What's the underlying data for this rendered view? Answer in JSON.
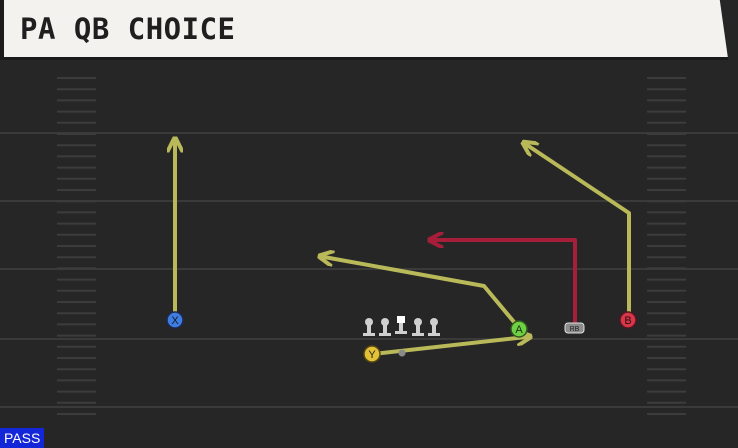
{
  "play": {
    "title": "PA QB CHOICE"
  },
  "mode_badge": "PASS",
  "players": {
    "X": {
      "label": "X",
      "color": "#3f7de0"
    },
    "Y": {
      "label": "Y",
      "color": "#e2c23a"
    },
    "A": {
      "label": "A",
      "color": "#6fd046"
    },
    "B": {
      "label": "B",
      "color": "#d8374a"
    },
    "RB": {
      "label": "RB",
      "color": "#8c8c8c"
    }
  },
  "colors": {
    "route_primary": "#b9b95a",
    "route_highlight": "#a71e3a",
    "field_background": "#262626",
    "yard_line": "#3a3a3a",
    "hash_mark": "#3c3c3c",
    "header_background": "#f3f2ee",
    "badge_background": "#1326d8"
  }
}
